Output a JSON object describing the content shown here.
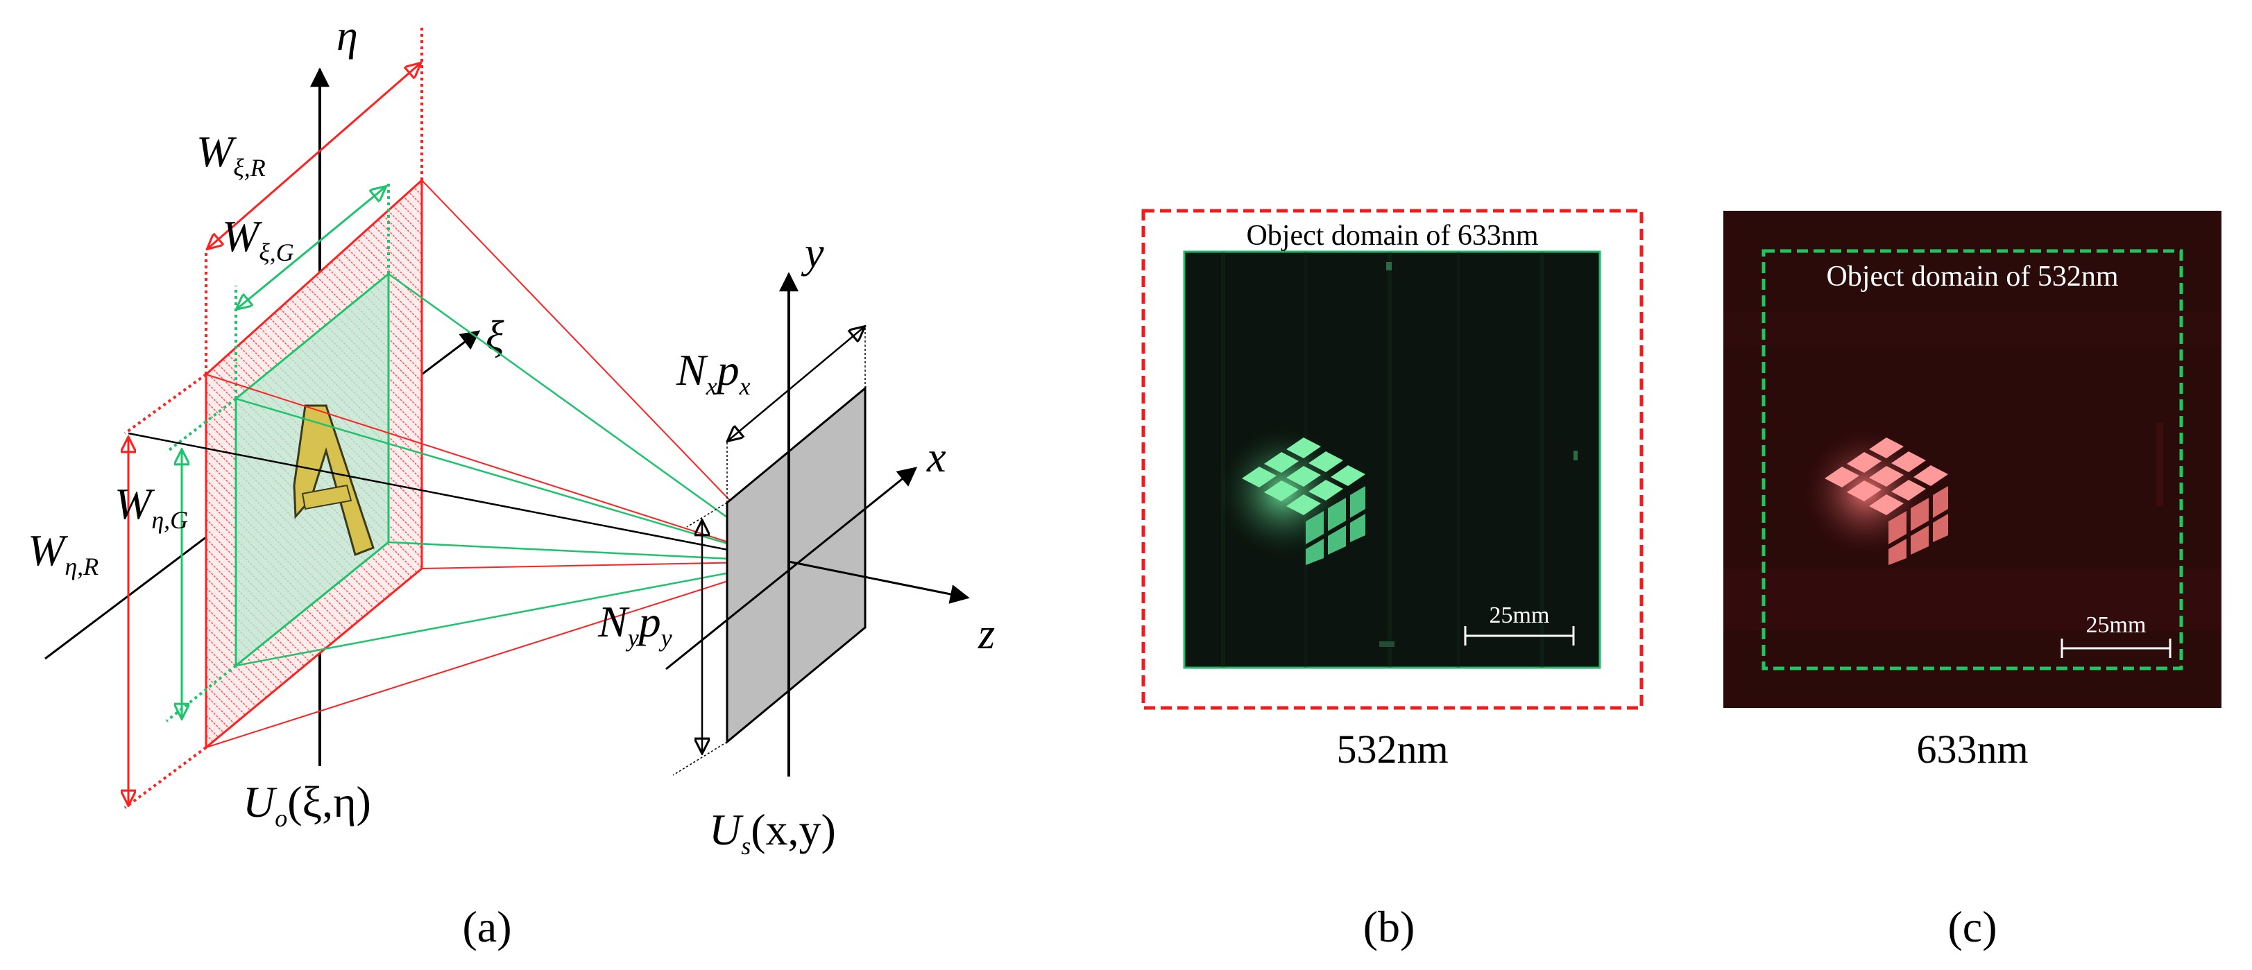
{
  "panel_a": {
    "caption": "(a)",
    "axes": {
      "eta": "η",
      "xi": "ξ",
      "y": "y",
      "x": "x",
      "z": "z"
    },
    "dimensions": {
      "w_xi_r_main": "W",
      "w_xi_r_sub": "ξ,R",
      "w_xi_g_main": "W",
      "w_xi_g_sub": "ξ,G",
      "w_eta_g_main": "W",
      "w_eta_g_sub": "η,G",
      "w_eta_r_main": "W",
      "w_eta_r_sub": "η,R",
      "nx_n": "N",
      "nx_sub": "x",
      "nx_p": "p",
      "nx_psub": "x",
      "ny_n": "N",
      "ny_sub": "y",
      "ny_p": "p",
      "ny_psub": "y"
    },
    "object_field": {
      "u": "U",
      "sub": "o",
      "args": "(ξ,η)"
    },
    "hologram_field": {
      "u": "U",
      "sub": "s",
      "args": "(x,y)"
    },
    "object_letter": "A",
    "colors": {
      "red": "#ff2020",
      "green": "#1ec36e",
      "plane": "#bdbdbd"
    }
  },
  "panel_b": {
    "caption": "(b)",
    "label": "532nm",
    "domain_text": "Object domain of 633nm",
    "scale_bar": "25mm",
    "border_color": "#ee1c1c",
    "frame_color": "#1fb86a"
  },
  "panel_c": {
    "caption": "(c)",
    "label": "633nm",
    "domain_text": "Object domain of 532nm",
    "scale_bar": "25mm",
    "border_color": "#22c55e"
  }
}
